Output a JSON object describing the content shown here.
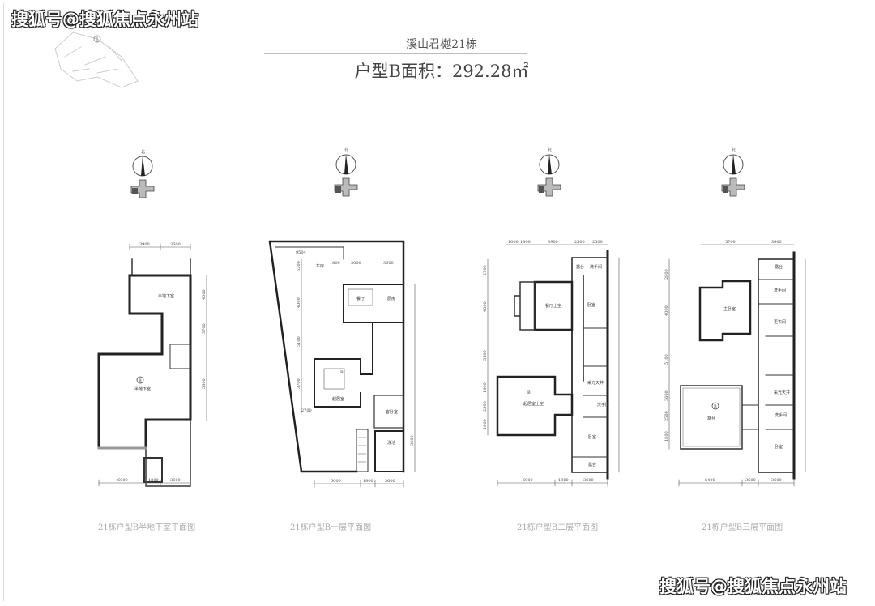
{
  "watermark": "搜狐号@搜狐焦点永州站",
  "header": {
    "project": "溪山君樾21栋",
    "area_title": "户型B面积：292.28㎡"
  },
  "compass_label": "北",
  "unit_mark": "B",
  "plans": [
    {
      "caption": "21栋户型B半地下室平面图",
      "rooms": [
        "半地下室",
        "半地下室"
      ],
      "top_dims": [
        "3900",
        "3600"
      ],
      "bottom_dims": [
        "6000",
        "1800",
        "3600"
      ],
      "side_dims": [
        "4000",
        "3700",
        "5600"
      ]
    },
    {
      "caption": "21栋户型B一层平面图",
      "rooms": [
        "车库",
        "餐厅",
        "厨房",
        "起居室",
        "客卧室",
        "泳池"
      ],
      "top_dims": [
        "9504",
        "1800",
        "3000",
        "3600"
      ],
      "bottom_dims": [
        "6000",
        "1800",
        "3600"
      ],
      "side_dims": [
        "5200",
        "4000",
        "5100",
        "3700",
        "2700",
        "3600"
      ]
    },
    {
      "caption": "21栋户型B二层平面图",
      "rooms": [
        "露台",
        "洗手间",
        "餐厅上空",
        "卧室",
        "采光天井",
        "起居室上空",
        "洗手间",
        "卧室",
        "露台"
      ],
      "top_dims": [
        "1000",
        "1800",
        "3900",
        "2500",
        "2500"
      ],
      "bottom_dims": [
        "6000",
        "1800",
        "3600"
      ],
      "side_dims": [
        "2700",
        "4000",
        "5100",
        "1800",
        "2500",
        "1800"
      ]
    },
    {
      "caption": "21栋户型B三层平面图",
      "rooms": [
        "露台",
        "洗手间",
        "主卧室",
        "更衣间",
        "采光天井",
        "露台",
        "洗手间",
        "卧室"
      ],
      "top_dims": [
        "5700",
        "3600"
      ],
      "bottom_dims": [
        "6400",
        "3600",
        "3600"
      ],
      "side_dims": [
        "2800",
        "4000",
        "5100",
        "3600",
        "2500",
        "1800"
      ]
    }
  ]
}
